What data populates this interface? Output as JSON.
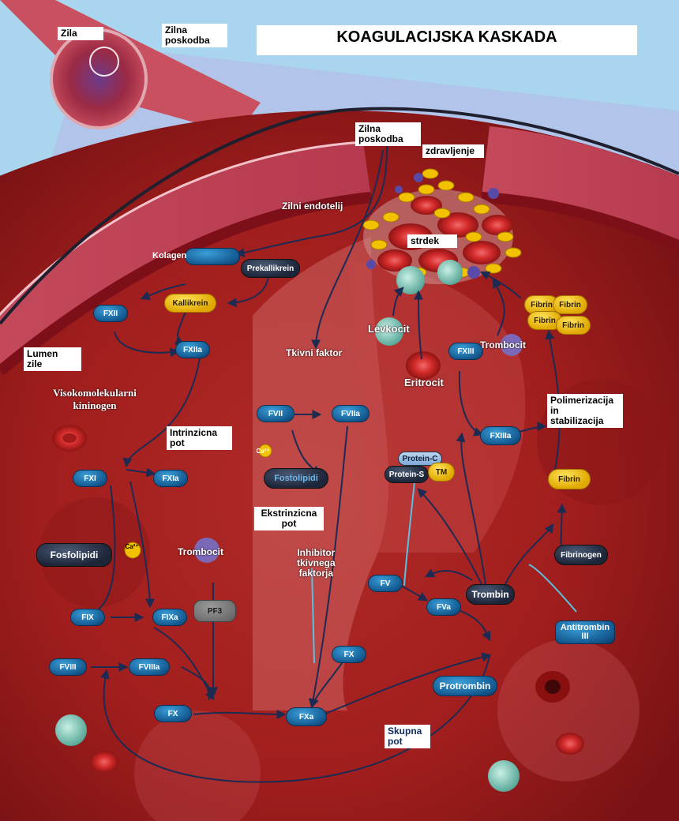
{
  "title": "KOAGULACIJSKA KASKADA",
  "labels": {
    "zila": "Zila",
    "zilna_poskodba_top": "Zilna\nposkodba",
    "zilna_poskodba_mid": "Zilna\nposkodba",
    "zdravljenje": "zdravljenje",
    "zilni_endotelij": "Zilni endotelij",
    "strdek": "strdek",
    "lumen_zile": "Lumen\nzile",
    "visokomolekularni_kininogen": "Visokomolekularni\nkininogen",
    "intrinzicna_pot": "Intrinzicna\npot",
    "ekstrinzicna_pot": "Ekstrinzicna\npot",
    "tkivni_faktor": "Tkivni faktor",
    "inhibitor_tkivnega_faktorja": "Inhibitor\ntkivnega\nfaktorja",
    "levkocit": "Levkocit",
    "eritrocit": "Eritrocit",
    "trombocit_top": "Trombocit",
    "trombocit_left": "Trombocit",
    "polimerizacija": "Polimerizacija\nin\nstabilizacija",
    "skupna_pot": "Skupna\npot"
  },
  "factors": {
    "kolagen": "Kolagen",
    "prekallikrein": "Prekallikrein",
    "kallikrein": "Kallikrein",
    "fxii": "FXII",
    "fxiia": "FXIIa",
    "fxi": "FXI",
    "fxia": "FXIa",
    "fosfolipidi_left": "Fosfolipidi",
    "ca_left": "Ca²⁺",
    "pf3": "PF3",
    "fix": "FIX",
    "fixa": "FIXa",
    "fviii": "FVIII",
    "fviiia": "FVIIIa",
    "fx_left": "FX",
    "fxa": "FXa",
    "fvii": "FVII",
    "fviia": "FVIIa",
    "ca_mid": "Ca²⁺",
    "fosfolipidi_mid": "Fostolipidi",
    "fx_mid": "FX",
    "fxiii": "FXIII",
    "fxiiia": "FXIIIa",
    "fibrin_cluster": [
      "Fibrin",
      "Fibrin",
      "Fibrin",
      "Fibrin"
    ],
    "fibrin": "Fibrin",
    "fibrinogen": "Fibrinogen",
    "protein_c": "Protein-C",
    "protein_s": "Protein-S",
    "tm": "TM",
    "fv": "FV",
    "fva": "FVa",
    "trombin": "Trombin",
    "protrombin": "Protrombin",
    "antitrombin": "Antitrombin\nIII"
  }
}
